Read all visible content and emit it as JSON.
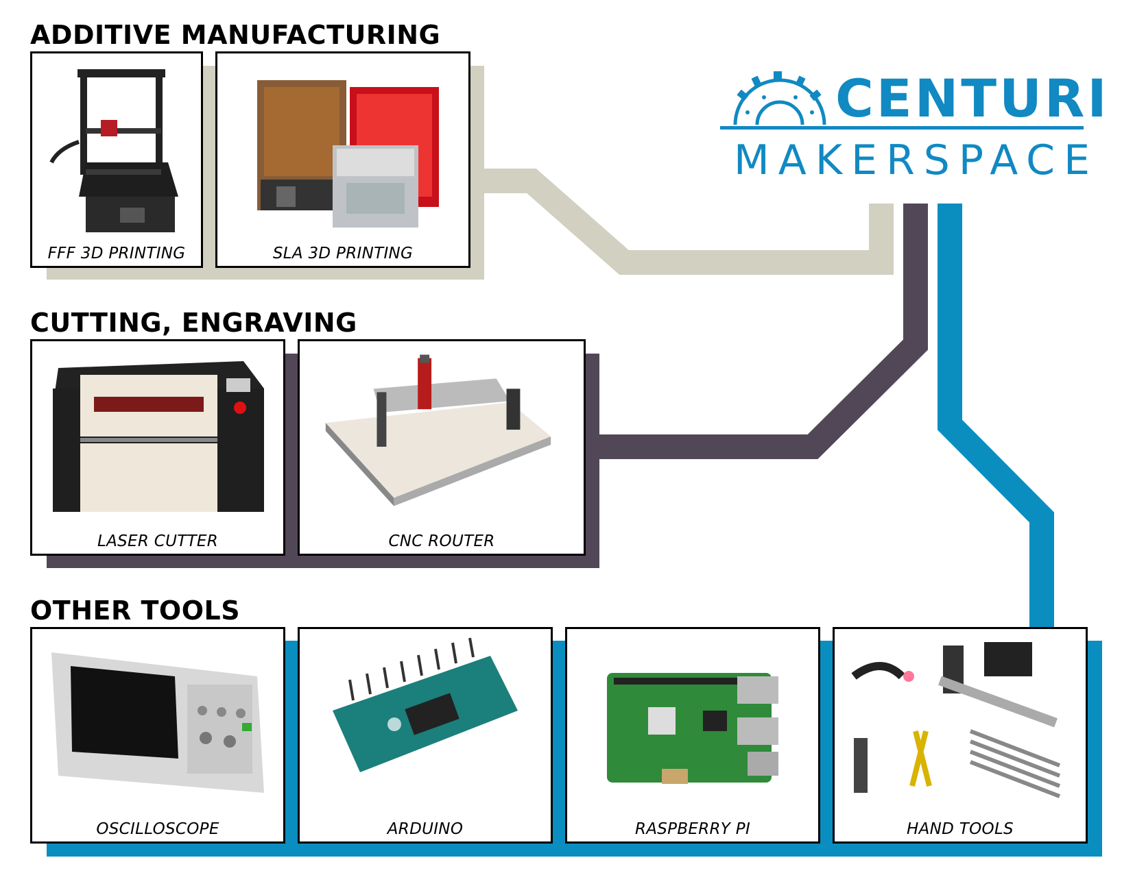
{
  "colors": {
    "additive_track": "#d1d0c1",
    "cutting_track": "#524757",
    "tools_track": "#0a8ec0",
    "brand_blue": "#1189c2",
    "card_border": "#000000"
  },
  "logo": {
    "brand": "CENTURI",
    "subtitle": "MAKERSPACE",
    "emblem_icon": "gear-sun-emblem-icon"
  },
  "sections": [
    {
      "title": "ADDITIVE MANUFACTURING",
      "items": [
        {
          "caption": "FFF 3D PRINTING",
          "icon": "fff-3d-printer-icon"
        },
        {
          "caption": "SLA 3D PRINTING",
          "icon": "sla-3d-printer-icon"
        }
      ]
    },
    {
      "title": "CUTTING, ENGRAVING",
      "items": [
        {
          "caption": "LASER CUTTER",
          "icon": "laser-cutter-icon"
        },
        {
          "caption": "CNC ROUTER",
          "icon": "cnc-router-icon"
        }
      ]
    },
    {
      "title": "OTHER TOOLS",
      "items": [
        {
          "caption": "OSCILLOSCOPE",
          "icon": "oscilloscope-icon"
        },
        {
          "caption": "ARDUINO",
          "icon": "arduino-board-icon"
        },
        {
          "caption": "RASPBERRY PI",
          "icon": "raspberry-pi-board-icon"
        },
        {
          "caption": "HAND TOOLS",
          "icon": "hand-tools-icon"
        }
      ]
    }
  ]
}
